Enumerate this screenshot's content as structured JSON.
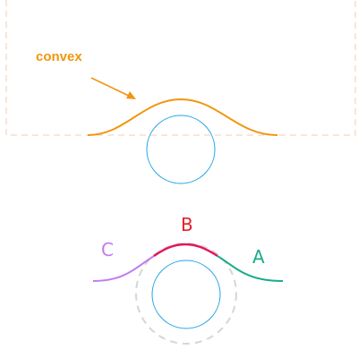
{
  "labels": {
    "convex": "convex",
    "segment_a": "A",
    "segment_b": "B",
    "segment_c": "C"
  },
  "colors": {
    "convex": "#f0960f",
    "circle": "#1ea4e6",
    "segment_a": "#17ad87",
    "segment_b": "#e4165a",
    "segment_c": "#c07bef",
    "segment_b_label": "#e51f2a",
    "dashed_guide": "#f2cdb3",
    "dashed_circle": "#d6d6d6"
  }
}
